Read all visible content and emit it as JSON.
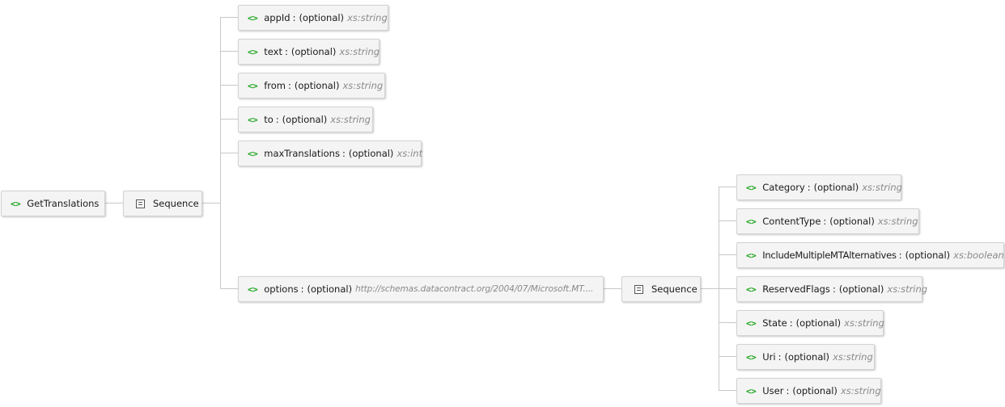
{
  "root": {
    "icon": "element-icon",
    "name": "GetTranslations"
  },
  "root_sequence": {
    "icon": "sequence-icon",
    "label": "Sequence"
  },
  "root_elements": [
    {
      "icon": "element-icon",
      "name": "appId",
      "separator": ":",
      "optional": "(optional)",
      "type": "xs:string"
    },
    {
      "icon": "element-icon",
      "name": "text",
      "separator": ":",
      "optional": "(optional)",
      "type": "xs:string"
    },
    {
      "icon": "element-icon",
      "name": "from",
      "separator": ":",
      "optional": "(optional)",
      "type": "xs:string"
    },
    {
      "icon": "element-icon",
      "name": "to",
      "separator": ":",
      "optional": "(optional)",
      "type": "xs:string"
    },
    {
      "icon": "element-icon",
      "name": "maxTranslations",
      "separator": ":",
      "optional": "(optional)",
      "type": "xs:int"
    },
    {
      "icon": "element-icon",
      "name": "options",
      "separator": ":",
      "optional": "(optional)",
      "type": "http://schemas.datacontract.org/2004/07/Microsoft.MT...."
    }
  ],
  "options_sequence": {
    "icon": "sequence-icon",
    "label": "Sequence"
  },
  "options_elements": [
    {
      "icon": "element-icon",
      "name": "Category",
      "separator": ":",
      "optional": "(optional)",
      "type": "xs:string"
    },
    {
      "icon": "element-icon",
      "name": "ContentType",
      "separator": ":",
      "optional": "(optional)",
      "type": "xs:string"
    },
    {
      "icon": "element-icon",
      "name": "IncludeMultipleMTAlternatives",
      "separator": ":",
      "optional": "(optional)",
      "type": "xs:boolean"
    },
    {
      "icon": "element-icon",
      "name": "ReservedFlags",
      "separator": ":",
      "optional": "(optional)",
      "type": "xs:string"
    },
    {
      "icon": "element-icon",
      "name": "State",
      "separator": ":",
      "optional": "(optional)",
      "type": "xs:string"
    },
    {
      "icon": "element-icon",
      "name": "Uri",
      "separator": ":",
      "optional": "(optional)",
      "type": "xs:string"
    },
    {
      "icon": "element-icon",
      "name": "User",
      "separator": ":",
      "optional": "(optional)",
      "type": "xs:string"
    }
  ],
  "colors": {
    "element_icon": "#1ea51e",
    "type_text": "#8a8a8a",
    "connector": "#c8c8c8",
    "node_bg": "#f4f4f4"
  }
}
